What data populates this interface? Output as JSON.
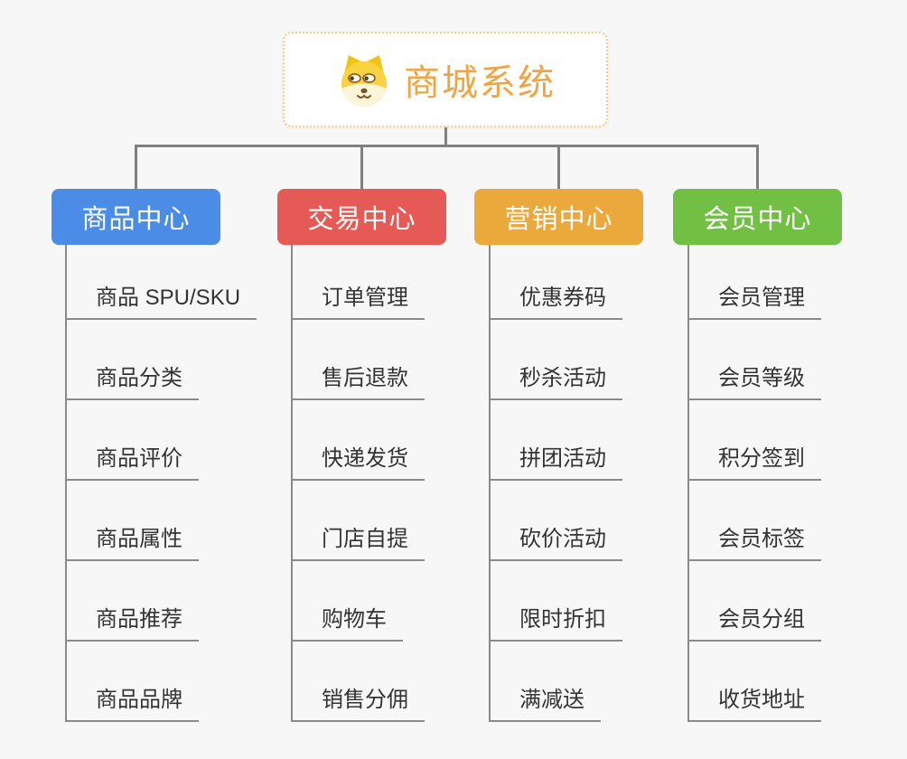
{
  "root": {
    "title": "商城系统",
    "icon": "dog-face-icon"
  },
  "branches": [
    {
      "label": "商品中心",
      "color": "#4b8de6",
      "items": [
        "商品 SPU/SKU",
        "商品分类",
        "商品评价",
        "商品属性",
        "商品推荐",
        "商品品牌"
      ]
    },
    {
      "label": "交易中心",
      "color": "#e55a54",
      "items": [
        "订单管理",
        "售后退款",
        "快递发货",
        "门店自提",
        "购物车",
        "销售分佣"
      ]
    },
    {
      "label": "营销中心",
      "color": "#eba83b",
      "items": [
        "优惠券码",
        "秒杀活动",
        "拼团活动",
        "砍价活动",
        "限时折扣",
        "满减送"
      ]
    },
    {
      "label": "会员中心",
      "color": "#72c043",
      "items": [
        "会员管理",
        "会员等级",
        "积分签到",
        "会员标签",
        "会员分组",
        "收货地址"
      ]
    }
  ],
  "colors": {
    "background": "#f7f7f7",
    "connector": "#808080",
    "leaf_line": "#8a8a8a",
    "leaf_text": "#333333",
    "root_title": "#efa541",
    "root_border": "#f6cb7c"
  }
}
